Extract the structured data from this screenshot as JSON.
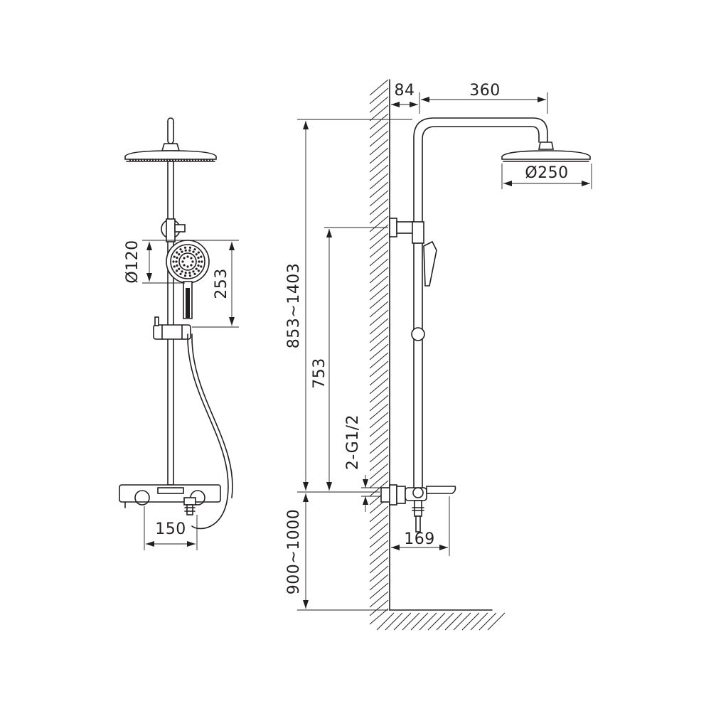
{
  "dimensions": {
    "wall_offset": "84",
    "arm_length": "360",
    "overhead_diameter": "Ø250",
    "hand_shower_diameter": "Ø120",
    "hand_shower_length": "253",
    "total_height": "853~1403",
    "bracket_height": "753",
    "inlet_thread": "2-G1/2",
    "mixer_height": "900~1000",
    "inlet_spacing": "150",
    "spout_projection": "169"
  },
  "colors": {
    "line": "#231f20",
    "background": "#ffffff"
  }
}
